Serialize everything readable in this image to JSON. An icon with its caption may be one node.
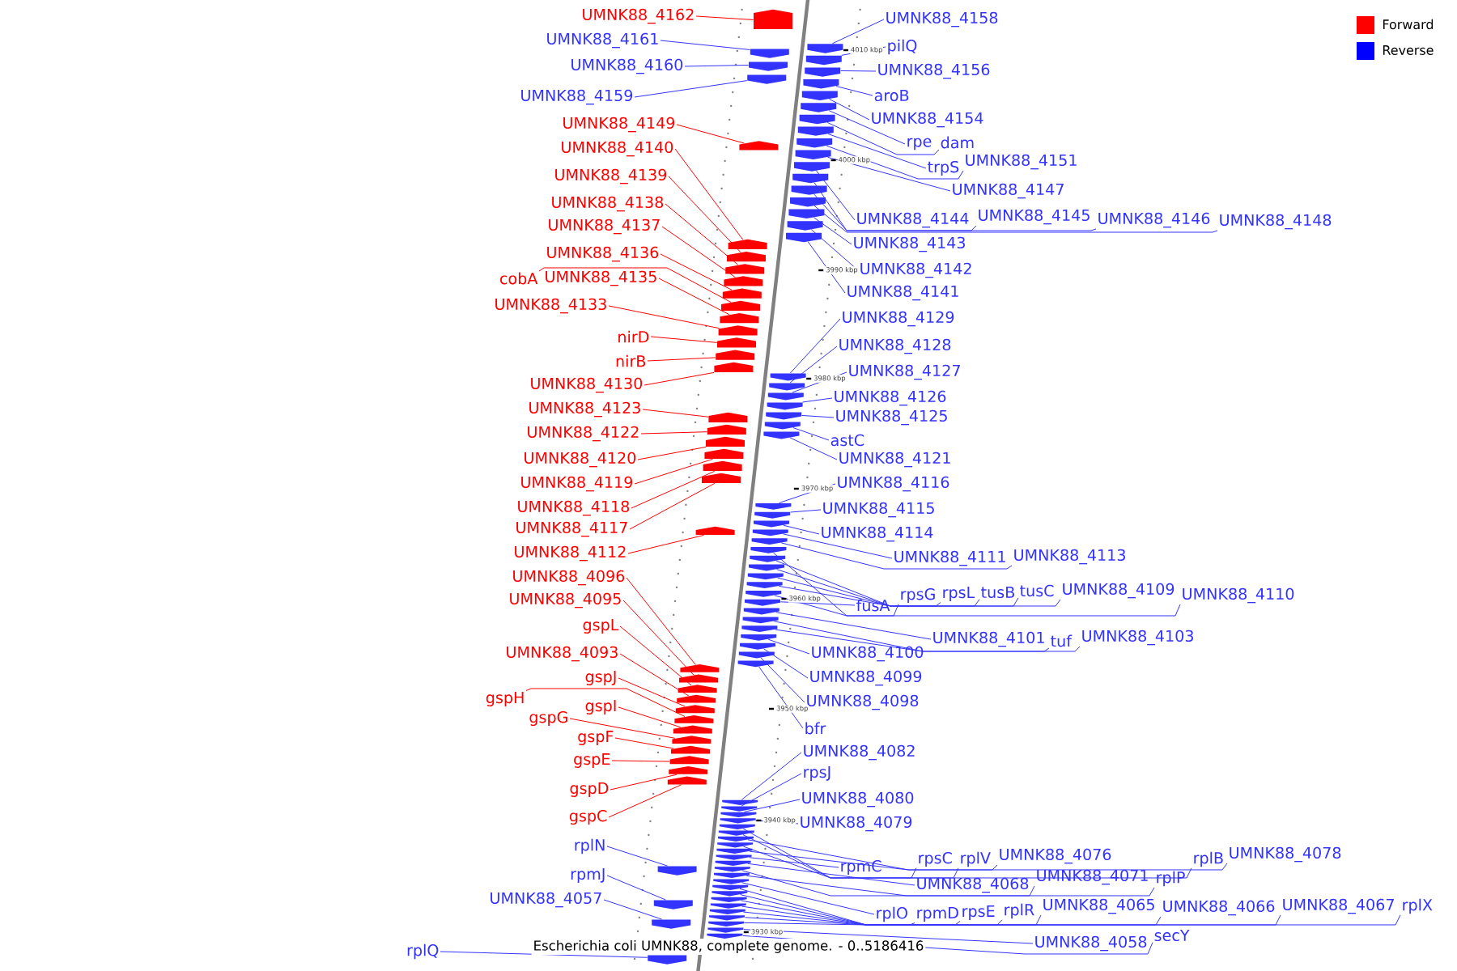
{
  "diagram": {
    "caption": "Escherichia coli UMNK88, complete genome. - 0..5186416",
    "nodes": [
      {
        "text": [
          "UMNK88_4162"
        ]
      },
      {
        "text": [
          "UMNK88_4161"
        ]
      },
      {
        "text": [
          "UMNK88_4160"
        ]
      },
      {
        "text": [
          "UMNK88_4159"
        ]
      },
      {
        "text": [
          "UMNK88_4149"
        ]
      },
      {
        "text": [
          "UMNK88_4140"
        ]
      },
      {
        "text": [
          "UMNK88_4139"
        ]
      },
      {
        "text": [
          "UMNK88_4138"
        ]
      },
      {
        "text": [
          "UMNK88_4137"
        ]
      },
      {
        "text": [
          "UMNK88_4136"
        ]
      },
      {
        "text": [
          "cobA"
        ]
      },
      {
        "text": [
          "UMNK88_4135"
        ]
      },
      {
        "text": [
          "UMNK88_4133"
        ]
      },
      {
        "text": [
          "nirD"
        ]
      },
      {
        "text": [
          "nirB"
        ]
      },
      {
        "text": [
          "UMNK88_4130"
        ]
      },
      {
        "text": [
          "UMNK88_4123"
        ]
      },
      {
        "text": [
          "UMNK88_4122"
        ]
      },
      {
        "text": [
          "UMNK88_4120"
        ]
      },
      {
        "text": [
          "UMNK88_4119"
        ]
      },
      {
        "text": [
          "UMNK88_4118"
        ]
      },
      {
        "text": [
          "UMNK88_4117"
        ]
      },
      {
        "text": [
          "UMNK88_4112"
        ]
      },
      {
        "text": [
          "UMNK88_4096"
        ]
      },
      {
        "text": [
          "UMNK88_4095"
        ]
      },
      {
        "text": [
          "gspL"
        ]
      },
      {
        "text": [
          "UMNK88_4093"
        ]
      },
      {
        "text": [
          "gspJ"
        ]
      },
      {
        "text": [
          "gspH"
        ]
      },
      {
        "text": [
          "gspI"
        ]
      },
      {
        "text": [
          "gspG"
        ]
      },
      {
        "text": [
          "gspF"
        ]
      },
      {
        "text": [
          "gspE"
        ]
      },
      {
        "text": [
          "gspD"
        ]
      },
      {
        "text": [
          "gspC"
        ]
      },
      {
        "text": [
          "rplN"
        ]
      },
      {
        "text": [
          "rpmJ"
        ]
      },
      {
        "text": [
          "UMNK88_4057"
        ]
      },
      {
        "text": [
          "rplQ"
        ]
      },
      {
        "text": [
          "UMNK88_4158"
        ]
      },
      {
        "text": [
          "pilQ"
        ]
      },
      {
        "text": [
          "UMNK88_4156"
        ]
      },
      {
        "text": [
          "aroB"
        ]
      },
      {
        "text": [
          "UMNK88_4154"
        ]
      },
      {
        "text": [
          "rpe"
        ]
      },
      {
        "text": [
          "dam"
        ]
      },
      {
        "text": [
          "trpS"
        ]
      },
      {
        "text": [
          "UMNK88_4151"
        ]
      },
      {
        "text": [
          "UMNK88_4147"
        ]
      },
      {
        "text": [
          "UMNK88_4144"
        ]
      },
      {
        "text": [
          "UMNK88_4145"
        ]
      },
      {
        "text": [
          "UMNK88_4146"
        ]
      },
      {
        "text": [
          "UMNK88_4148"
        ]
      },
      {
        "text": [
          "UMNK88_4143"
        ]
      },
      {
        "text": [
          "UMNK88_4142"
        ]
      },
      {
        "text": [
          "UMNK88_4141"
        ]
      },
      {
        "text": [
          "UMNK88_4129"
        ]
      },
      {
        "text": [
          "UMNK88_4128"
        ]
      },
      {
        "text": [
          "UMNK88_4127"
        ]
      },
      {
        "text": [
          "UMNK88_4126"
        ]
      },
      {
        "text": [
          "UMNK88_4125"
        ]
      },
      {
        "text": [
          "astC"
        ]
      },
      {
        "text": [
          "UMNK88_4121"
        ]
      },
      {
        "text": [
          "UMNK88_4116"
        ]
      },
      {
        "text": [
          "UMNK88_4115"
        ]
      },
      {
        "text": [
          "UMNK88_4114"
        ]
      },
      {
        "text": [
          "UMNK88_4111"
        ]
      },
      {
        "text": [
          "UMNK88_4113"
        ]
      },
      {
        "text": [
          "rpsG"
        ]
      },
      {
        "text": [
          "rpsL"
        ]
      },
      {
        "text": [
          "tusB"
        ]
      },
      {
        "text": [
          "tusC"
        ]
      },
      {
        "text": [
          "UMNK88_4109"
        ]
      },
      {
        "text": [
          "UMNK88_4110"
        ]
      },
      {
        "text": [
          "fusA"
        ]
      },
      {
        "text": [
          "UMNK88_4101"
        ]
      },
      {
        "text": [
          "tuf"
        ]
      },
      {
        "text": [
          "UMNK88_4103"
        ]
      },
      {
        "text": [
          "UMNK88_4100"
        ]
      },
      {
        "text": [
          "UMNK88_4099"
        ]
      },
      {
        "text": [
          "UMNK88_4098"
        ]
      },
      {
        "text": [
          "bfr"
        ]
      },
      {
        "text": [
          "UMNK88_4082"
        ]
      },
      {
        "text": [
          "rpsJ"
        ]
      },
      {
        "text": [
          "UMNK88_4080"
        ]
      },
      {
        "text": [
          "UMNK88_4079"
        ]
      },
      {
        "text": [
          "rpsC"
        ]
      },
      {
        "text": [
          "rplV"
        ]
      },
      {
        "text": [
          "UMNK88_4076"
        ]
      },
      {
        "text": [
          "rplB"
        ]
      },
      {
        "text": [
          "UMNK88_4078"
        ]
      },
      {
        "text": [
          "rpmC"
        ]
      },
      {
        "text": [
          "UMNK88_4068"
        ]
      },
      {
        "text": [
          "UMNK88_4071"
        ]
      },
      {
        "text": [
          "rplP"
        ]
      },
      {
        "text": [
          "rplO"
        ]
      },
      {
        "text": [
          "rpmD"
        ]
      },
      {
        "text": [
          "rpsE"
        ]
      },
      {
        "text": [
          "rplR"
        ]
      },
      {
        "text": [
          "UMNK88_4065"
        ]
      },
      {
        "text": [
          "UMNK88_4066"
        ]
      },
      {
        "text": [
          "UMNK88_4067"
        ]
      },
      {
        "text": [
          "rplX"
        ]
      },
      {
        "text": [
          "UMNK88_4058"
        ]
      },
      {
        "text": [
          "secY"
        ]
      },
      {
        "text": [],
        "shape": "arrow"
      },
      {
        "text": [],
        "shape": "arrow"
      },
      {
        "text": [],
        "shape": "arrow"
      },
      {
        "text": [],
        "shape": "arrow"
      },
      {
        "text": [],
        "shape": "arrow"
      },
      {
        "text": [],
        "shape": "arrow"
      },
      {
        "text": [],
        "shape": "arrow"
      },
      {
        "text": [],
        "shape": "arrow"
      },
      {
        "text": [],
        "shape": "arrow"
      },
      {
        "text": [],
        "shape": "arrow"
      },
      {
        "text": [],
        "shape": "arrow"
      },
      {
        "text": [],
        "shape": "arrow"
      },
      {
        "text": [],
        "shape": "arrow"
      },
      {
        "text": [],
        "shape": "arrow"
      },
      {
        "text": [],
        "shape": "arrow"
      },
      {
        "text": [],
        "shape": "arrow"
      },
      {
        "text": [],
        "shape": "arrow"
      },
      {
        "text": [],
        "shape": "arrow"
      },
      {
        "text": [],
        "shape": "arrow"
      },
      {
        "text": [],
        "shape": "arrow"
      },
      {
        "text": [],
        "shape": "arrow"
      },
      {
        "text": [],
        "shape": "arrow"
      },
      {
        "text": [],
        "shape": "arrow"
      },
      {
        "text": [],
        "shape": "arrow"
      },
      {
        "text": [],
        "shape": "arrow"
      },
      {
        "text": [],
        "shape": "arrow"
      },
      {
        "text": [],
        "shape": "arrow"
      },
      {
        "text": [],
        "shape": "arrow"
      },
      {
        "text": [],
        "shape": "arrow"
      },
      {
        "text": [],
        "shape": "arrow"
      },
      {
        "text": [],
        "shape": "arrow"
      },
      {
        "text": [],
        "shape": "arrow"
      },
      {
        "text": [],
        "shape": "arrow"
      },
      {
        "text": [],
        "shape": "arrow"
      },
      {
        "text": [],
        "shape": "arrow"
      },
      {
        "text": [],
        "shape": "arrow"
      },
      {
        "text": [],
        "shape": "arrow"
      },
      {
        "text": [],
        "shape": "arrow"
      },
      {
        "text": [],
        "shape": "arrow"
      },
      {
        "text": [],
        "shape": "arrow"
      },
      {
        "text": [],
        "shape": "arrow"
      },
      {
        "text": [],
        "shape": "arrow"
      },
      {
        "text": [],
        "shape": "arrow"
      },
      {
        "text": [],
        "shape": "arrow"
      },
      {
        "text": [],
        "shape": "arrow"
      },
      {
        "text": [],
        "shape": "arrow"
      },
      {
        "text": [],
        "shape": "arrow"
      },
      {
        "text": [],
        "shape": "arrow"
      },
      {
        "text": [],
        "shape": "arrow"
      },
      {
        "text": [],
        "shape": "arrow"
      },
      {
        "text": [],
        "shape": "arrow"
      },
      {
        "text": [],
        "shape": "arrow"
      },
      {
        "text": [],
        "shape": "arrow"
      },
      {
        "text": [],
        "shape": "arrow"
      },
      {
        "text": [],
        "shape": "arrow"
      },
      {
        "text": [],
        "shape": "arrow"
      },
      {
        "text": [],
        "shape": "arrow"
      },
      {
        "text": [],
        "shape": "arrow"
      },
      {
        "text": [],
        "shape": "arrow"
      },
      {
        "text": [],
        "shape": "arrow"
      },
      {
        "text": [],
        "shape": "arrow"
      },
      {
        "text": [],
        "shape": "arrow"
      },
      {
        "text": [],
        "shape": "arrow"
      },
      {
        "text": [],
        "shape": "arrow"
      },
      {
        "text": [],
        "shape": "arrow"
      },
      {
        "text": [],
        "shape": "arrow"
      },
      {
        "text": [],
        "shape": "arrow"
      },
      {
        "text": [],
        "shape": "arrow"
      },
      {
        "text": [],
        "shape": "arrow"
      },
      {
        "text": [],
        "shape": "arrow"
      },
      {
        "text": [],
        "shape": "arrow"
      },
      {
        "text": [],
        "shape": "arrow"
      },
      {
        "text": [],
        "shape": "arrow"
      },
      {
        "text": [],
        "shape": "arrow"
      },
      {
        "text": [],
        "shape": "arrow"
      },
      {
        "text": [],
        "shape": "arrow"
      },
      {
        "text": [],
        "shape": "arrow"
      },
      {
        "text": [],
        "shape": "arrow"
      },
      {
        "text": [],
        "shape": "arrow"
      },
      {
        "text": [],
        "shape": "arrow"
      },
      {
        "text": [],
        "shape": "arrow"
      },
      {
        "text": [],
        "shape": "arrow"
      },
      {
        "text": [],
        "shape": "arrow"
      },
      {
        "text": [],
        "shape": "arrow"
      },
      {
        "text": [],
        "shape": "arrow"
      },
      {
        "text": [],
        "shape": "arrow"
      },
      {
        "text": [],
        "shape": "arrow"
      },
      {
        "text": [],
        "shape": "arrow"
      },
      {
        "text": [],
        "shape": "arrow"
      },
      {
        "text": [],
        "shape": "arrow"
      },
      {
        "text": [],
        "shape": "arrow"
      },
      {
        "text": [],
        "shape": "arrow"
      },
      {
        "text": [],
        "shape": "arrow"
      },
      {
        "text": [],
        "shape": "arrow"
      },
      {
        "text": [],
        "shape": "arrow"
      },
      {
        "text": [],
        "shape": "arrow"
      },
      {
        "text": [],
        "shape": "arrow"
      },
      {
        "text": [],
        "shape": "arrow"
      },
      {
        "text": [],
        "shape": "arrow"
      },
      {
        "text": [],
        "shape": "arrow"
      },
      {
        "text": [],
        "shape": "arrow"
      },
      {
        "text": [],
        "shape": "arrow"
      },
      {
        "text": [],
        "shape": "arrow"
      },
      {
        "text": [],
        "shape": "arrow"
      },
      {
        "text": [],
        "shape": "arrow"
      }
    ],
    "edges": [
      {
        "from": 0,
        "to": 105,
        "arrow": "none",
        "color": "#ff0000"
      },
      {
        "from": 1,
        "to": 106,
        "arrow": "none",
        "color": "#3333ff"
      },
      {
        "from": 2,
        "to": 107,
        "arrow": "none",
        "color": "#3333ff"
      },
      {
        "from": 3,
        "to": 108,
        "arrow": "none",
        "color": "#3333ff"
      },
      {
        "from": 4,
        "to": 109,
        "arrow": "none",
        "color": "#ff0000"
      },
      {
        "from": 5,
        "to": 110,
        "arrow": "none",
        "color": "#ff0000"
      },
      {
        "from": 6,
        "to": 111,
        "arrow": "none",
        "color": "#ff0000"
      },
      {
        "from": 7,
        "to": 112,
        "arrow": "none",
        "color": "#ff0000"
      },
      {
        "from": 8,
        "to": 113,
        "arrow": "none",
        "color": "#ff0000"
      },
      {
        "from": 9,
        "to": 114,
        "arrow": "none",
        "color": "#ff0000"
      },
      {
        "from": 10,
        "to": 115,
        "arrow": "none",
        "color": "#ff0000"
      },
      {
        "from": 11,
        "to": 116,
        "arrow": "none",
        "color": "#ff0000"
      },
      {
        "from": 12,
        "to": 117,
        "arrow": "none",
        "color": "#ff0000"
      },
      {
        "from": 13,
        "to": 118,
        "arrow": "none",
        "color": "#ff0000"
      },
      {
        "from": 14,
        "to": 119,
        "arrow": "none",
        "color": "#ff0000"
      },
      {
        "from": 15,
        "to": 120,
        "arrow": "none",
        "color": "#ff0000"
      },
      {
        "from": 16,
        "to": 121,
        "arrow": "none",
        "color": "#ff0000"
      },
      {
        "from": 17,
        "to": 122,
        "arrow": "none",
        "color": "#ff0000"
      },
      {
        "from": 18,
        "to": 123,
        "arrow": "none",
        "color": "#ff0000"
      },
      {
        "from": 19,
        "to": 124,
        "arrow": "none",
        "color": "#ff0000"
      },
      {
        "from": 20,
        "to": 125,
        "arrow": "none",
        "color": "#ff0000"
      },
      {
        "from": 21,
        "to": 126,
        "arrow": "none",
        "color": "#ff0000"
      },
      {
        "from": 22,
        "to": 127,
        "arrow": "none",
        "color": "#ff0000"
      },
      {
        "from": 23,
        "to": 128,
        "arrow": "none",
        "color": "#ff0000"
      },
      {
        "from": 24,
        "to": 129,
        "arrow": "none",
        "color": "#ff0000"
      },
      {
        "from": 25,
        "to": 130,
        "arrow": "none",
        "color": "#ff0000"
      },
      {
        "from": 26,
        "to": 131,
        "arrow": "none",
        "color": "#ff0000"
      },
      {
        "from": 27,
        "to": 132,
        "arrow": "none",
        "color": "#ff0000"
      },
      {
        "from": 28,
        "to": 133,
        "arrow": "none",
        "color": "#ff0000"
      },
      {
        "from": 29,
        "to": 134,
        "arrow": "none",
        "color": "#ff0000"
      },
      {
        "from": 30,
        "to": 135,
        "arrow": "none",
        "color": "#ff0000"
      },
      {
        "from": 31,
        "to": 136,
        "arrow": "none",
        "color": "#ff0000"
      },
      {
        "from": 32,
        "to": 137,
        "arrow": "none",
        "color": "#ff0000"
      },
      {
        "from": 33,
        "to": 138,
        "arrow": "none",
        "color": "#ff0000"
      },
      {
        "from": 34,
        "to": 139,
        "arrow": "none",
        "color": "#ff0000"
      },
      {
        "from": 35,
        "to": 140,
        "arrow": "none",
        "color": "#3333ff"
      },
      {
        "from": 36,
        "to": 141,
        "arrow": "none",
        "color": "#3333ff"
      },
      {
        "from": 37,
        "to": 142,
        "arrow": "none",
        "color": "#3333ff"
      },
      {
        "from": 38,
        "to": 143,
        "arrow": "none",
        "color": "#3333ff"
      },
      {
        "from": 39,
        "to": 144,
        "arrow": "none",
        "color": "#3333ff"
      },
      {
        "from": 40,
        "to": 145,
        "arrow": "none",
        "color": "#3333ff"
      },
      {
        "from": 41,
        "to": 146,
        "arrow": "none",
        "color": "#3333ff"
      },
      {
        "from": 42,
        "to": 147,
        "arrow": "none",
        "color": "#3333ff"
      },
      {
        "from": 43,
        "to": 148,
        "arrow": "none",
        "color": "#3333ff"
      },
      {
        "from": 44,
        "to": 149,
        "arrow": "none",
        "color": "#3333ff"
      },
      {
        "from": 45,
        "to": 150,
        "arrow": "none",
        "color": "#3333ff"
      },
      {
        "from": 46,
        "to": 151,
        "arrow": "none",
        "color": "#3333ff"
      },
      {
        "from": 47,
        "to": 152,
        "arrow": "none",
        "color": "#3333ff"
      },
      {
        "from": 48,
        "to": 153,
        "arrow": "none",
        "color": "#3333ff"
      },
      {
        "from": 49,
        "to": 154,
        "arrow": "none",
        "color": "#3333ff"
      },
      {
        "from": 50,
        "to": 155,
        "arrow": "none",
        "color": "#3333ff"
      },
      {
        "from": 51,
        "to": 156,
        "arrow": "none",
        "color": "#3333ff"
      },
      {
        "from": 52,
        "to": 157,
        "arrow": "none",
        "color": "#3333ff"
      },
      {
        "from": 53,
        "to": 158,
        "arrow": "none",
        "color": "#3333ff"
      },
      {
        "from": 54,
        "to": 159,
        "arrow": "none",
        "color": "#3333ff"
      },
      {
        "from": 55,
        "to": 160,
        "arrow": "none",
        "color": "#3333ff"
      },
      {
        "from": 56,
        "to": 161,
        "arrow": "none",
        "color": "#3333ff"
      },
      {
        "from": 57,
        "to": 162,
        "arrow": "none",
        "color": "#3333ff"
      },
      {
        "from": 58,
        "to": 163,
        "arrow": "none",
        "color": "#3333ff"
      },
      {
        "from": 59,
        "to": 164,
        "arrow": "none",
        "color": "#3333ff"
      },
      {
        "from": 60,
        "to": 165,
        "arrow": "none",
        "color": "#3333ff"
      },
      {
        "from": 61,
        "to": 166,
        "arrow": "none",
        "color": "#3333ff"
      },
      {
        "from": 62,
        "to": 167,
        "arrow": "none",
        "color": "#3333ff"
      },
      {
        "from": 63,
        "to": 168,
        "arrow": "none",
        "color": "#3333ff"
      },
      {
        "from": 64,
        "to": 169,
        "arrow": "none",
        "color": "#3333ff"
      },
      {
        "from": 65,
        "to": 170,
        "arrow": "none",
        "color": "#3333ff"
      },
      {
        "from": 66,
        "to": 171,
        "arrow": "none",
        "color": "#3333ff"
      },
      {
        "from": 67,
        "to": 172,
        "arrow": "none",
        "color": "#3333ff"
      },
      {
        "from": 68,
        "to": 173,
        "arrow": "none",
        "color": "#3333ff"
      },
      {
        "from": 69,
        "to": 174,
        "arrow": "none",
        "color": "#3333ff"
      },
      {
        "from": 70,
        "to": 175,
        "arrow": "none",
        "color": "#3333ff"
      },
      {
        "from": 71,
        "to": 176,
        "arrow": "none",
        "color": "#3333ff"
      },
      {
        "from": 72,
        "to": 177,
        "arrow": "none",
        "color": "#3333ff"
      },
      {
        "from": 73,
        "to": 178,
        "arrow": "none",
        "color": "#3333ff"
      },
      {
        "from": 74,
        "to": 179,
        "arrow": "none",
        "color": "#3333ff"
      },
      {
        "from": 75,
        "to": 180,
        "arrow": "none",
        "color": "#3333ff"
      },
      {
        "from": 76,
        "to": 181,
        "arrow": "none",
        "color": "#3333ff"
      },
      {
        "from": 77,
        "to": 182,
        "arrow": "none",
        "color": "#3333ff"
      },
      {
        "from": 78,
        "to": 183,
        "arrow": "none",
        "color": "#3333ff"
      },
      {
        "from": 79,
        "to": 184,
        "arrow": "none",
        "color": "#3333ff"
      },
      {
        "from": 80,
        "to": 185,
        "arrow": "none",
        "color": "#3333ff"
      },
      {
        "from": 81,
        "to": 186,
        "arrow": "none",
        "color": "#3333ff"
      },
      {
        "from": 82,
        "to": 187,
        "arrow": "none",
        "color": "#3333ff"
      },
      {
        "from": 83,
        "to": 188,
        "arrow": "none",
        "color": "#3333ff"
      },
      {
        "from": 84,
        "to": 189,
        "arrow": "none",
        "color": "#3333ff"
      },
      {
        "from": 85,
        "to": 190,
        "arrow": "none",
        "color": "#3333ff"
      },
      {
        "from": 86,
        "to": 191,
        "arrow": "none",
        "color": "#3333ff"
      },
      {
        "from": 87,
        "to": 192,
        "arrow": "none",
        "color": "#3333ff"
      },
      {
        "from": 88,
        "to": 193,
        "arrow": "none",
        "color": "#3333ff"
      },
      {
        "from": 89,
        "to": 194,
        "arrow": "none",
        "color": "#3333ff"
      },
      {
        "from": 90,
        "to": 195,
        "arrow": "none",
        "color": "#3333ff"
      },
      {
        "from": 91,
        "to": 196,
        "arrow": "none",
        "color": "#3333ff"
      },
      {
        "from": 92,
        "to": 197,
        "arrow": "none",
        "color": "#3333ff"
      },
      {
        "from": 93,
        "to": 198,
        "arrow": "none",
        "color": "#3333ff"
      },
      {
        "from": 94,
        "to": 199,
        "arrow": "none",
        "color": "#3333ff"
      },
      {
        "from": 95,
        "to": 200,
        "arrow": "none",
        "color": "#3333ff"
      },
      {
        "from": 96,
        "to": 201,
        "arrow": "none",
        "color": "#3333ff"
      },
      {
        "from": 97,
        "to": 202,
        "arrow": "none",
        "color": "#3333ff"
      },
      {
        "from": 98,
        "to": 203,
        "arrow": "none",
        "color": "#3333ff"
      },
      {
        "from": 99,
        "to": 204,
        "arrow": "none",
        "color": "#3333ff"
      },
      {
        "from": 100,
        "to": 205,
        "arrow": "none",
        "color": "#3333ff"
      },
      {
        "from": 101,
        "to": 206,
        "arrow": "none",
        "color": "#3333ff"
      },
      {
        "from": 102,
        "to": 207,
        "arrow": "none",
        "color": "#3333ff"
      },
      {
        "from": 103,
        "to": 208,
        "arrow": "none",
        "color": "#3333ff"
      },
      {
        "from": 104,
        "to": 209,
        "arrow": "none",
        "color": "#3333ff"
      }
    ],
    "labels": [
      "4010 kbp",
      "4000 kbp",
      "3990 kbp",
      "3980 kbp",
      "3970 kbp",
      "3960 kbp",
      "3950 kbp",
      "3940 kbp",
      "3930 kbp"
    ],
    "legend": [
      {
        "text": "Forward",
        "color": "#ff0000"
      },
      {
        "text": "Reverse",
        "color": "#0000ff"
      }
    ]
  }
}
